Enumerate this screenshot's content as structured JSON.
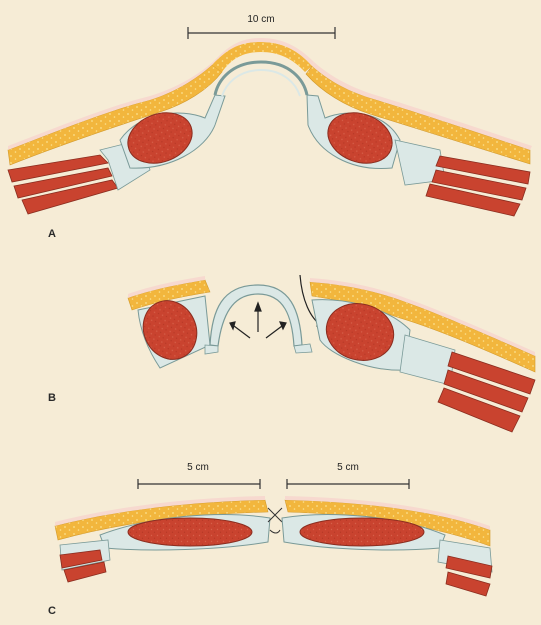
{
  "panels": [
    {
      "label": "A",
      "scale_label": "10 cm"
    },
    {
      "label": "B"
    },
    {
      "label": "C",
      "scale_labels": [
        "5 cm",
        "5 cm"
      ]
    }
  ],
  "colors": {
    "background": "#f6ecd6",
    "fat": "#f2b63d",
    "skin": "#f7d9cf",
    "fascia": "#dbe8e6",
    "fascia_line": "#7a9a98",
    "muscle": "#c9432f",
    "muscle_outline": "#8a2d1f",
    "scar": "#e9eeea"
  }
}
